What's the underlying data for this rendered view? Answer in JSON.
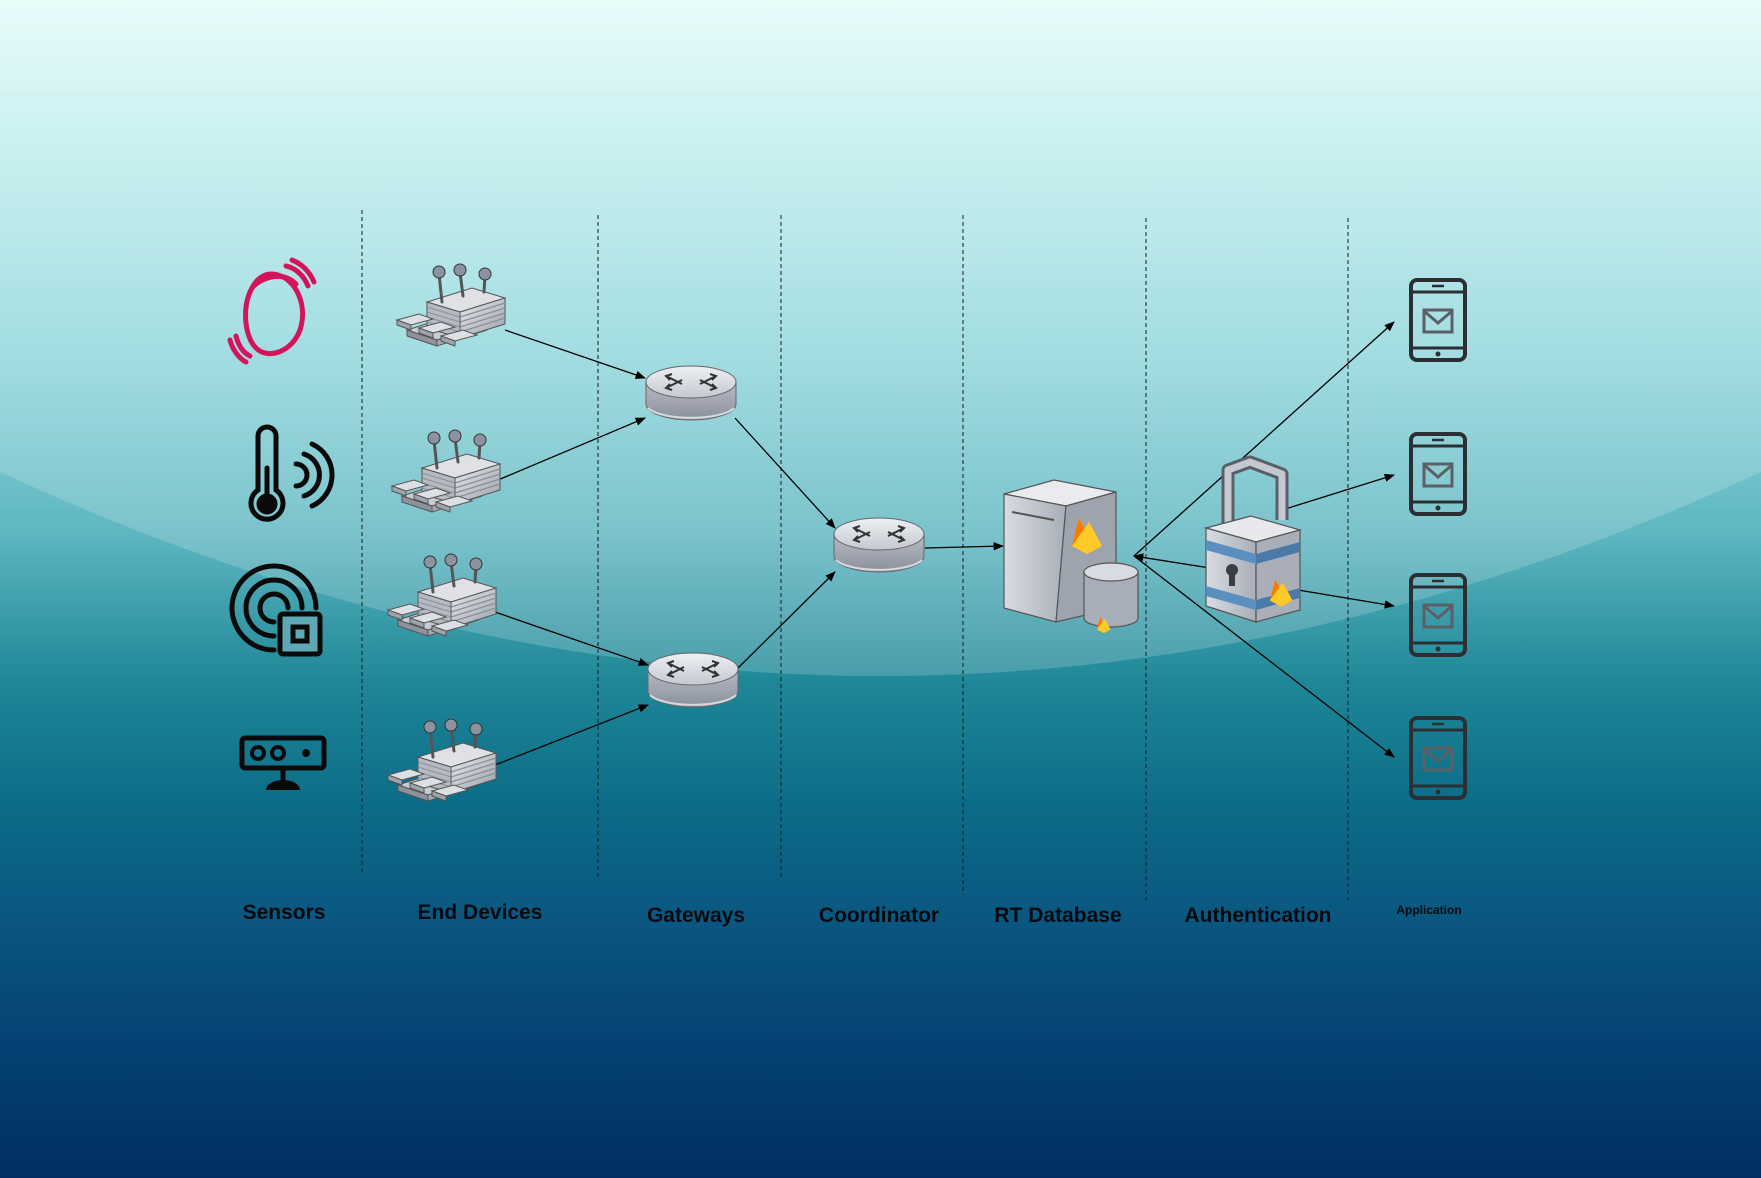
{
  "columns": {
    "sensors": "Sensors",
    "end_devices": "End Devices",
    "gateways": "Gateways",
    "coordinator": "Coordinator",
    "rt_database": "RT Database",
    "authentication": "Authentication",
    "application": "Application"
  },
  "colors": {
    "wearable_sensor": "#d4145a",
    "sensor_icons": "#0a0a0a",
    "arrows": "#000000",
    "phone": "#2b2f33",
    "firebase_flame": "#ffa000"
  },
  "icons": {
    "sensors": [
      "wearable-sensor-icon",
      "thermometer-wireless-icon",
      "rfid-tag-icon",
      "camera-sensor-icon"
    ],
    "end_devices": [
      "end-device-icon",
      "end-device-icon",
      "end-device-icon",
      "end-device-icon"
    ],
    "gateways": [
      "router-icon",
      "router-icon"
    ],
    "coordinator": [
      "router-icon"
    ],
    "rt_database": [
      "firebase-server-icon"
    ],
    "authentication": [
      "firebase-lock-icon"
    ],
    "application": [
      "smartphone-mail-icon",
      "smartphone-mail-icon",
      "smartphone-mail-icon",
      "smartphone-mail-icon"
    ]
  }
}
